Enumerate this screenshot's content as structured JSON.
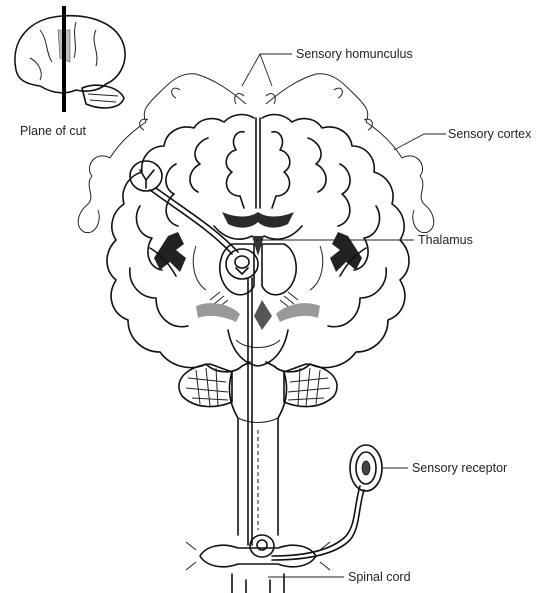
{
  "labels": {
    "plane_of_cut": "Plane of cut",
    "sensory_homunculus": "Sensory homunculus",
    "sensory_cortex": "Sensory cortex",
    "thalamus": "Thalamus",
    "sensory_receptor": "Sensory receptor",
    "spinal_cord": "Spinal cord"
  }
}
